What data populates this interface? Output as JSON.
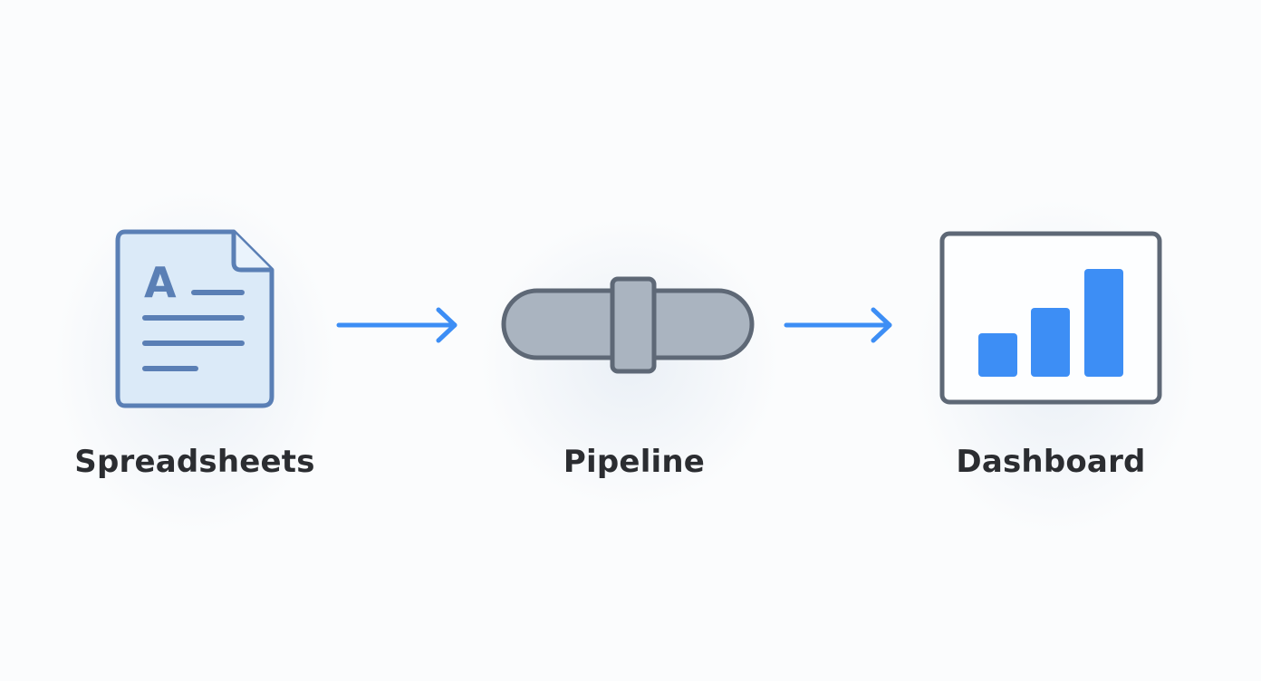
{
  "diagram": {
    "nodes": [
      {
        "id": "spreadsheets",
        "label": "Spreadsheets",
        "icon": "spreadsheet-document-icon"
      },
      {
        "id": "pipeline",
        "label": "Pipeline",
        "icon": "pipe-icon"
      },
      {
        "id": "dashboard",
        "label": "Dashboard",
        "icon": "bar-chart-dashboard-icon"
      }
    ],
    "edges": [
      {
        "from": "spreadsheets",
        "to": "pipeline",
        "icon": "arrow-right-icon"
      },
      {
        "from": "pipeline",
        "to": "dashboard",
        "icon": "arrow-right-icon"
      }
    ],
    "document_glyph": "A",
    "colors": {
      "document_fill": "#dbeaf8",
      "document_stroke": "#5a7fb5",
      "pipe_fill": "#aab4c0",
      "pipe_stroke": "#5e6876",
      "dashboard_stroke": "#5e6876",
      "bars": "#3d8ef5",
      "arrows": "#3d8ef5",
      "label_text": "#2b2d31"
    }
  }
}
